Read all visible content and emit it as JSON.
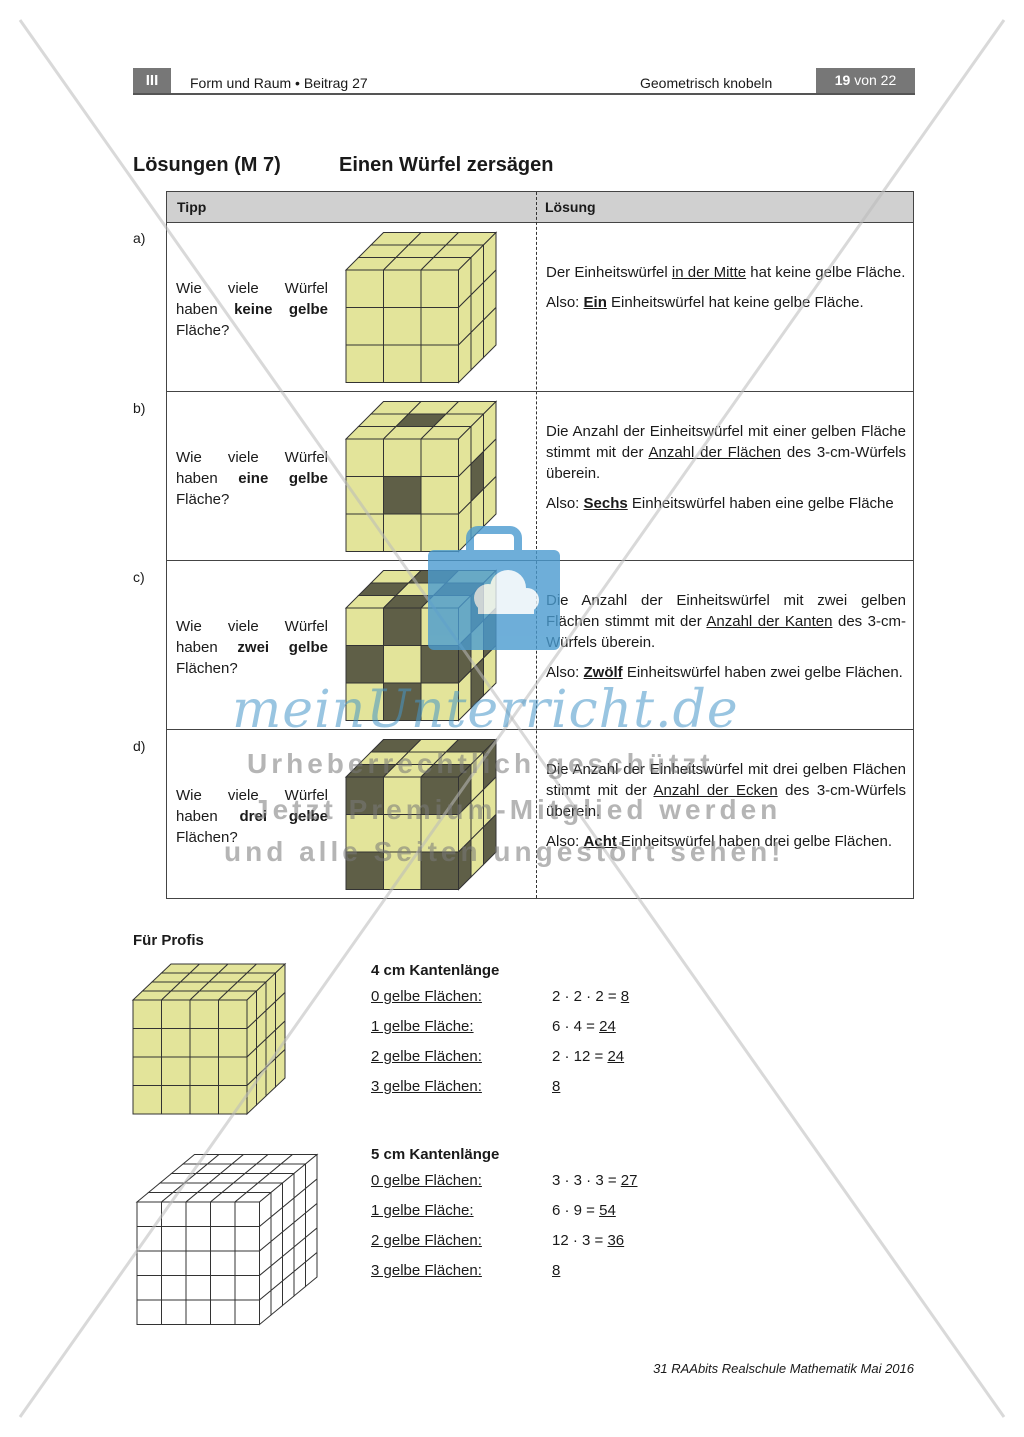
{
  "header": {
    "section": "III",
    "left": "Form und Raum • Beitrag 27",
    "right": "Geometrisch knobeln",
    "page_current": "19",
    "page_rest": " von 22"
  },
  "title": {
    "left": "Lösungen (M 7)",
    "right": "Einen Würfel zersägen"
  },
  "table": {
    "head_tip": "Tipp",
    "head_solution": "Lösung",
    "rows": [
      {
        "label": "a)",
        "q1": "Wie viele Würfel haben ",
        "qb": "keine gelbe",
        "q2": " Fläche?",
        "s1a": "Der Einheitswürfel ",
        "s1u": "in der Mitte",
        "s1b": " hat keine gelbe Fläche.",
        "s2a": "Also: ",
        "s2u": "Ein",
        "s2b": " Einheitswürfel hat keine gelbe Fläche."
      },
      {
        "label": "b)",
        "q1": "Wie viele Würfel haben ",
        "qb": "eine gelbe",
        "q2": " Fläche?",
        "s1a": "Die Anzahl der Einheitswürfel mit einer gelben Fläche stimmt mit der ",
        "s1u": "Anzahl der Flächen",
        "s1b": " des 3-cm-Würfels überein.",
        "s2a": "Also: ",
        "s2u": "Sechs",
        "s2b": " Einheitswürfel haben eine gelbe Fläche"
      },
      {
        "label": "c)",
        "q1": "Wie viele Würfel haben ",
        "qb": "zwei gelbe",
        "q2": " Flächen?",
        "s1a": "Die Anzahl der Einheitswürfel mit zwei gelben Flächen stimmt mit der ",
        "s1u": "Anzahl der Kanten",
        "s1b": " des 3-cm-Würfels überein.",
        "s2a": "Also: ",
        "s2u": "Zwölf",
        "s2b": " Einheitswürfel haben zwei gelbe Flächen."
      },
      {
        "label": "d)",
        "q1": "Wie viele Würfel haben ",
        "qb": "drei gelbe",
        "q2": " Flächen?",
        "s1a": "Die Anzahl der Einheitswürfel mit drei gelben Flächen stimmt mit der ",
        "s1u": "Anzahl der Ecken",
        "s1b": " des 3-cm-Würfels überein.",
        "s2a": "Also: ",
        "s2u": "Acht",
        "s2b": " Einheitswürfel haben drei gelbe Flächen."
      }
    ]
  },
  "profis": {
    "title": "Für Profis",
    "sections": [
      {
        "heading": "4 cm Kantenlänge",
        "lines": [
          {
            "k": "0 gelbe Flächen:",
            "calc": "2 · 2 · 2 = ",
            "res": "8"
          },
          {
            "k": "1 gelbe Fläche:",
            "calc": "6 · 4 = ",
            "res": "24"
          },
          {
            "k": "2 gelbe Flächen:",
            "calc": "2 · 12 = ",
            "res": "24"
          },
          {
            "k": "3 gelbe Flächen:",
            "calc": "",
            "res": "8"
          }
        ]
      },
      {
        "heading": "5 cm Kantenlänge",
        "lines": [
          {
            "k": "0 gelbe Flächen:",
            "calc": "3 · 3 · 3 = ",
            "res": "27"
          },
          {
            "k": "1 gelbe Fläche:",
            "calc": "6 · 9 = ",
            "res": "54"
          },
          {
            "k": "2 gelbe Flächen:",
            "calc": "12 · 3 = ",
            "res": "36"
          },
          {
            "k": "3 gelbe Flächen:",
            "calc": "",
            "res": "8"
          }
        ]
      }
    ]
  },
  "footer": "31 RAAbits Realschule Mathematik Mai 2016",
  "watermark": {
    "logo": "meinUnterricht.de",
    "line1": "Urheberrechtlich geschützt",
    "line2": "Jetzt Premium-Mitglied werden",
    "line3": "und alle Seiten ungestört sehen!"
  },
  "colors": {
    "yellow": "#e3e49a",
    "dark": "#5f5f47",
    "gray_header": "#d0d0d0"
  }
}
